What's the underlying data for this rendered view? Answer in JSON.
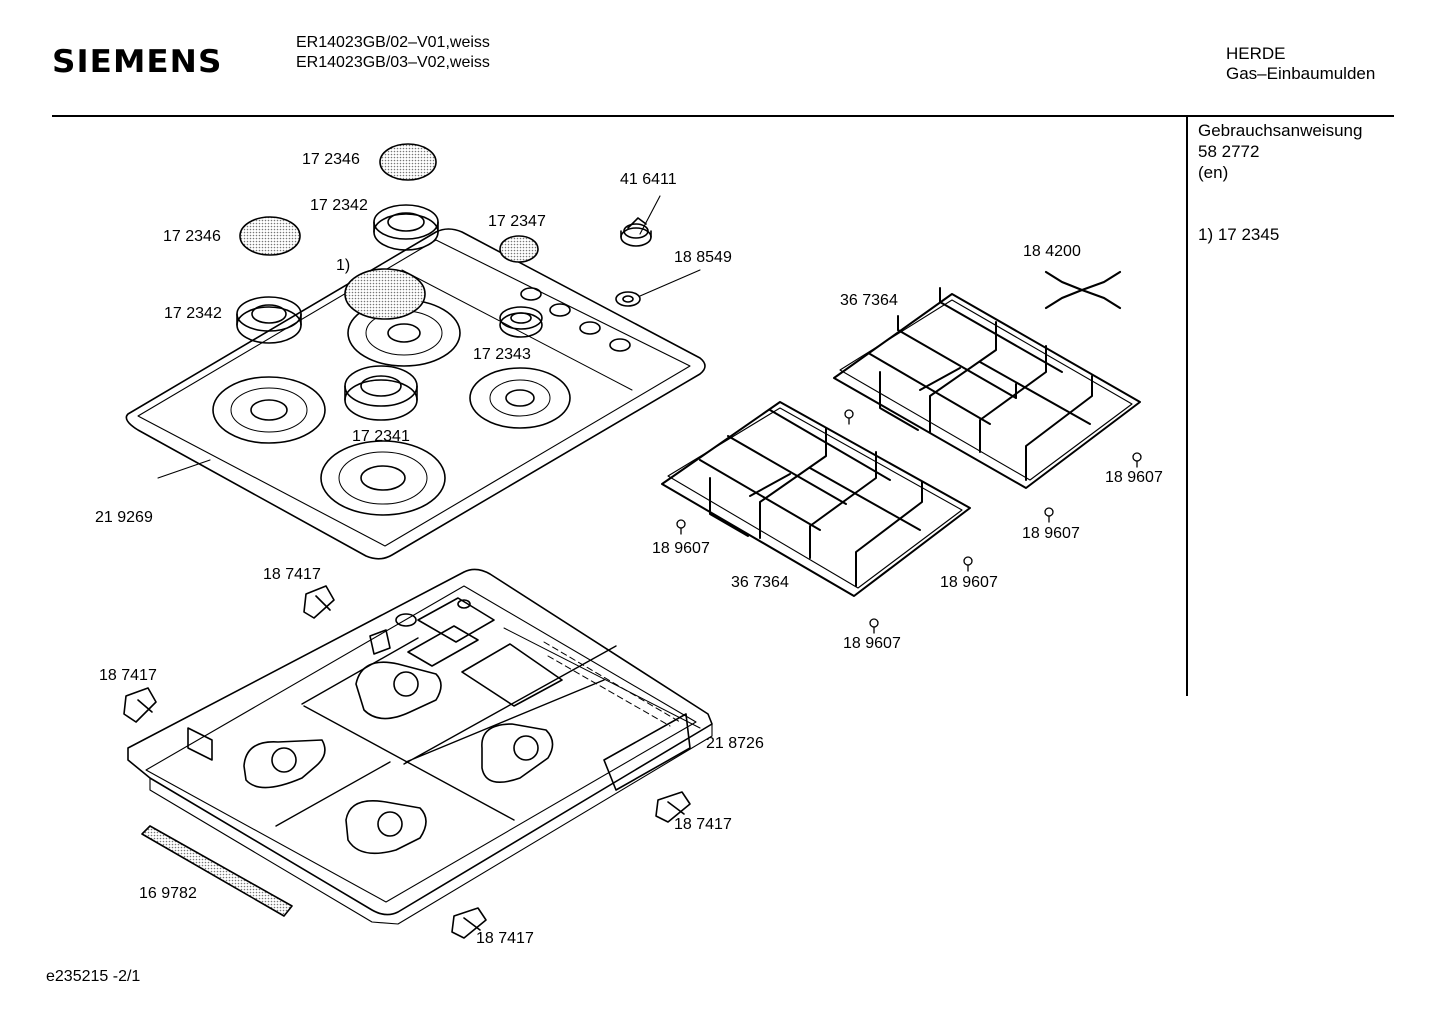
{
  "header": {
    "brand": "SIEMENS",
    "models": [
      "ER14023GB/02–V01,weiss",
      "ER14023GB/03–V02,weiss"
    ],
    "category": [
      "HERDE",
      "Gas–Einbaumulden"
    ]
  },
  "sidebar": {
    "manual_title": "Gebrauchsanweisung",
    "manual_number": "58 2772",
    "manual_lang": "(en)",
    "footnote": "1)  17 2345"
  },
  "parts": [
    {
      "id": "p1",
      "label": "17 2346"
    },
    {
      "id": "p2",
      "label": "17 2342"
    },
    {
      "id": "p3",
      "label": "17 2346"
    },
    {
      "id": "p4",
      "label": "17 2347"
    },
    {
      "id": "p5",
      "label": "1)"
    },
    {
      "id": "p6",
      "label": "17 2342"
    },
    {
      "id": "p7",
      "label": "17 2343"
    },
    {
      "id": "p8",
      "label": "17 2341"
    },
    {
      "id": "p9",
      "label": "21 9269"
    },
    {
      "id": "p10",
      "label": "41 6411"
    },
    {
      "id": "p11",
      "label": "18 8549"
    },
    {
      "id": "p12",
      "label": "18 4200"
    },
    {
      "id": "p13",
      "label": "36 7364"
    },
    {
      "id": "p14",
      "label": "18 9607"
    },
    {
      "id": "p15",
      "label": "18 9607"
    },
    {
      "id": "p16",
      "label": "18 9607"
    },
    {
      "id": "p17",
      "label": "36 7364"
    },
    {
      "id": "p18",
      "label": "18 9607"
    },
    {
      "id": "p19",
      "label": "18 9607"
    },
    {
      "id": "p20",
      "label": "18 7417"
    },
    {
      "id": "p21",
      "label": "18 7417"
    },
    {
      "id": "p22",
      "label": "21 8726"
    },
    {
      "id": "p23",
      "label": "18 7417"
    },
    {
      "id": "p24",
      "label": "16 9782"
    },
    {
      "id": "p25",
      "label": "18 7417"
    }
  ],
  "footer": {
    "code": "e235215  -2/1"
  }
}
